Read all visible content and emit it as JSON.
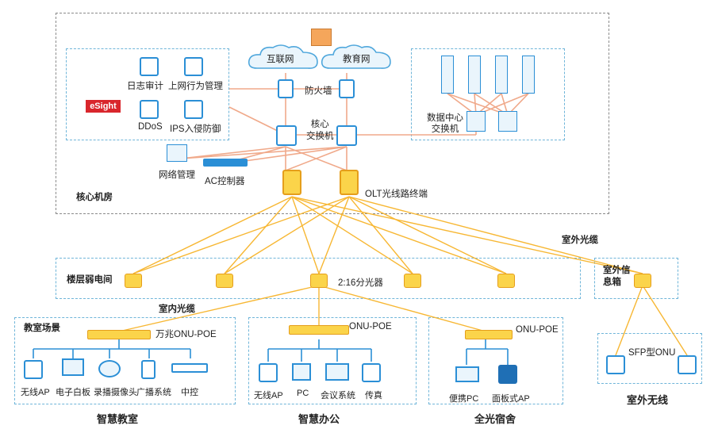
{
  "core_room": {
    "title": "核心机房",
    "esight_logo": "eSight",
    "mgmt": {
      "log_audit": "日志审计",
      "behavior_mgmt": "上网行为管理",
      "ddos": "DDoS",
      "ips": "IPS入侵防御"
    },
    "internet": "互联网",
    "edu_net": "教育网",
    "firewall": "防火墙",
    "core_switch": "核心\n交换机",
    "dc_switch": "数据中心\n交换机",
    "network_mgmt": "网络管理",
    "ac_controller": "AC控制器",
    "olt": "OLT光线路终端"
  },
  "outdoor_cable": "室外光缆",
  "indoor_cable": "室内光缆",
  "floor_room": "楼层弱电间",
  "splitter": "2:16分光器",
  "outdoor_box": "室外信\n息箱",
  "classroom": {
    "scene_label": "教室场景",
    "onu": "万兆ONU-POE",
    "items": [
      "无线AP",
      "电子白板",
      "录播摄像头",
      "广播系统",
      "中控"
    ],
    "caption": "智慧教室"
  },
  "office": {
    "onu": "ONU-POE",
    "items": [
      "无线AP",
      "PC",
      "会议系统",
      "传真"
    ],
    "caption": "智慧办公"
  },
  "dorm": {
    "onu": "ONU-POE",
    "items": [
      "便携PC",
      "面板式AP"
    ],
    "caption": "全光宿舍"
  },
  "outdoor": {
    "onu": "SFP型ONU",
    "caption": "室外无线"
  },
  "colors": {
    "fiber": "#f7b733",
    "mgmt_line": "#f0a98a",
    "device_blue": "#2b8fd6",
    "device_yellow": "#fbd44a"
  }
}
